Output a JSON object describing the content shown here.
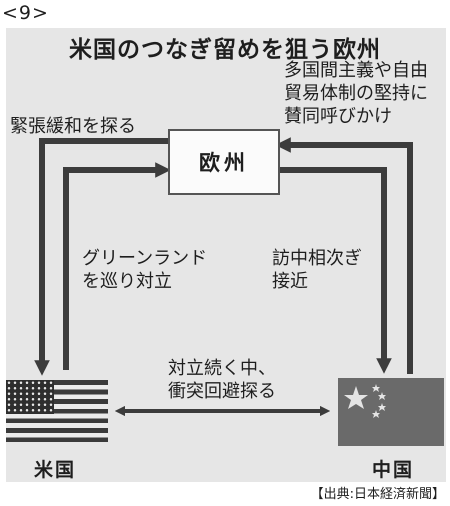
{
  "number": "<9>",
  "title": "米国のつなぎ留めを狙う欧州",
  "nodes": {
    "europe": "欧州",
    "us": "米国",
    "china": "中国"
  },
  "labels": {
    "europe_to_us": "緊張緩和を探る",
    "us_to_europe": [
      "グリーンランド",
      "を巡り対立"
    ],
    "europe_to_china": [
      "訪中相次ぎ",
      "接近"
    ],
    "china_to_europe": [
      "多国間主義や自由",
      "貿易体制の堅持に",
      "賛同呼びかけ"
    ],
    "us_china": [
      "対立続く中、",
      "衝突回避探る"
    ]
  },
  "source": "【出典:日本経済新聞】",
  "colors": {
    "arrow": "#3c3c3c",
    "panel": "#e6e6e6",
    "box": "#fbfbfb"
  }
}
